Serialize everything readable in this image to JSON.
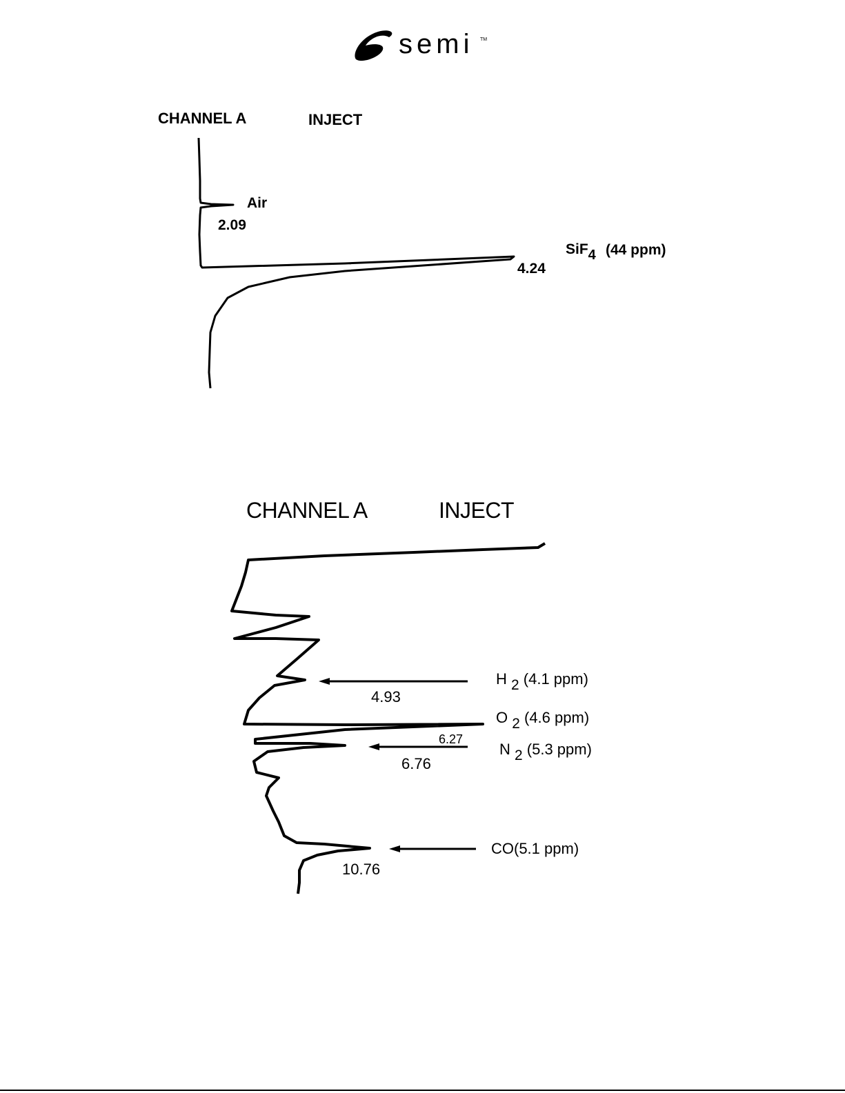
{
  "header": {
    "logo_text": "semi",
    "logo_tm": "TM"
  },
  "colors": {
    "ink": "#000000",
    "paper": "#ffffff"
  },
  "chart_data": [
    {
      "type": "line",
      "title": "",
      "labels": {
        "channel": "CHANNEL A",
        "inject": "INJECT"
      },
      "peaks": [
        {
          "retention_time": 2.09,
          "time_label": "2.09",
          "name": "Air",
          "name_sub": "",
          "conc": ""
        },
        {
          "retention_time": 4.24,
          "time_label": "4.24",
          "name": "SiF",
          "name_sub": "4",
          "conc": "(44 ppm)"
        }
      ]
    },
    {
      "type": "line",
      "title": "",
      "labels": {
        "channel": "CHANNEL A",
        "inject": "INJECT"
      },
      "peaks": [
        {
          "retention_time": 4.93,
          "time_label": "4.93",
          "name": "H",
          "name_sub": "2",
          "conc": "(4.1 ppm)"
        },
        {
          "retention_time": 6.27,
          "time_label": "6.27",
          "name": "O",
          "name_sub": "2",
          "conc": "(4.6 ppm)"
        },
        {
          "retention_time": 6.76,
          "time_label": "6.76",
          "name": "N",
          "name_sub": "2",
          "conc": "(5.3 ppm)"
        },
        {
          "retention_time": 10.76,
          "time_label": "10.76",
          "name": "CO",
          "name_sub": "",
          "conc": "(5.1 ppm)"
        }
      ]
    }
  ]
}
